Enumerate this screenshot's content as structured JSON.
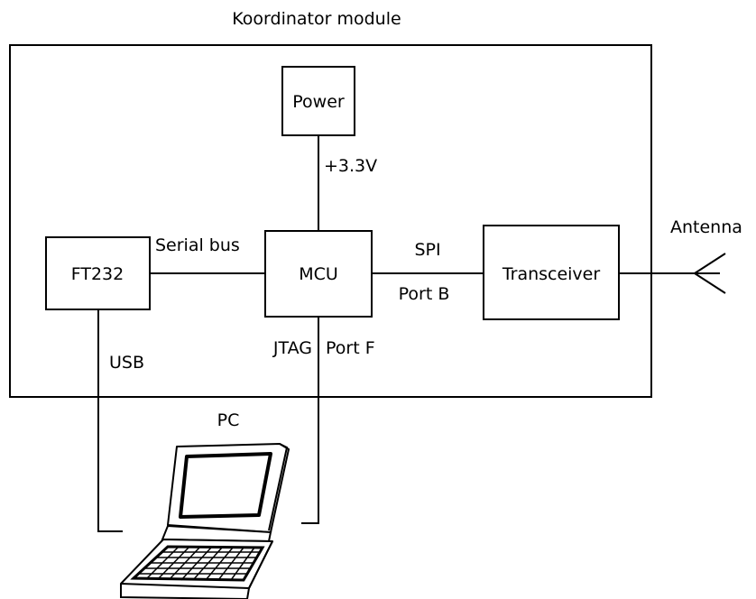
{
  "module": {
    "title": "Koordinator module"
  },
  "blocks": {
    "power": "Power",
    "ft232": "FT232",
    "mcu": "MCU",
    "transceiver": "Transceiver"
  },
  "connections": {
    "power_mcu": "+3.3V",
    "ft232_mcu": "Serial bus",
    "mcu_transceiver_top": "SPI",
    "mcu_transceiver_bottom": "Port B",
    "ft232_pc": "USB",
    "mcu_pc_left": "JTAG",
    "mcu_pc_right": "Port F"
  },
  "external": {
    "antenna": "Antenna",
    "pc": "PC"
  },
  "icons": {
    "antenna": "antenna-icon",
    "pc": "laptop-icon"
  }
}
